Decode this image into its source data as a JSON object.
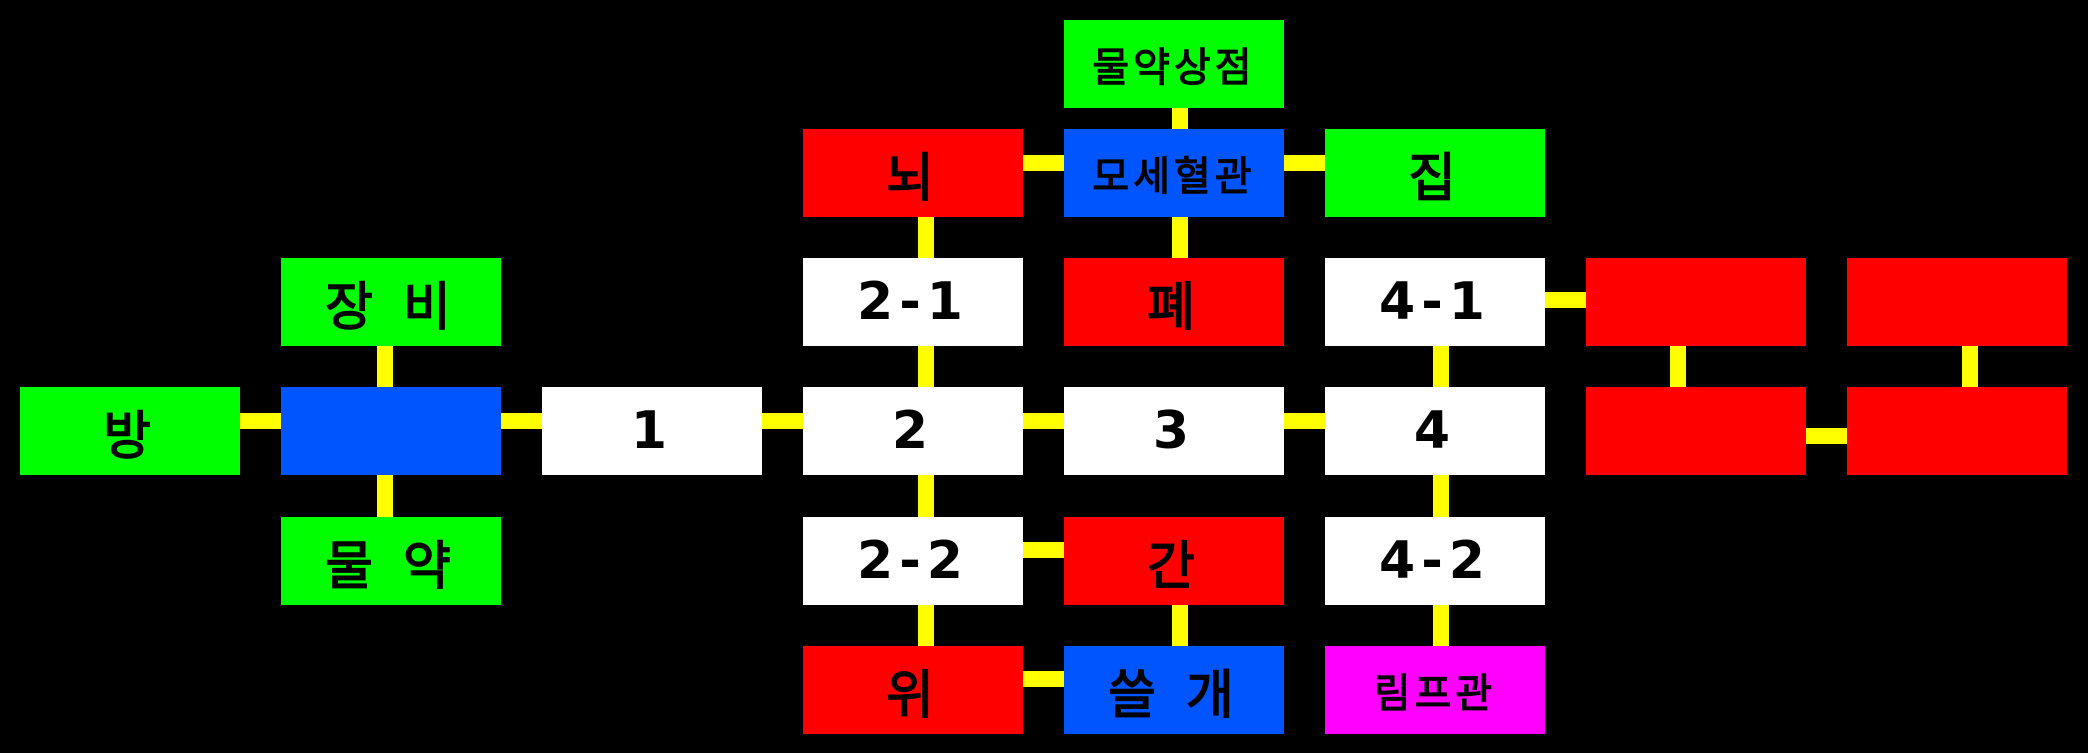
{
  "colors": {
    "background": "#000000",
    "connector": "#ffff00",
    "green": "#00ff00",
    "blue": "#0055ff",
    "white": "#ffffff",
    "red": "#ff0000",
    "magenta": "#ff00ff"
  },
  "nodes": {
    "bang": "방",
    "hub": "",
    "jangbi": "장 비",
    "mulyak": "물 약",
    "room1": "1",
    "room2": "2",
    "room21": "2-1",
    "room22": "2-2",
    "room3": "3",
    "room4": "4",
    "room41": "4-1",
    "room42": "4-2",
    "noi": "뇌",
    "wi": "위",
    "pe": "폐",
    "gan": "간",
    "mosehyeolgwan": "모세혈관",
    "sseulgae": "쓸 개",
    "potion_shop": "물약상점",
    "jip": "집",
    "limpeugwan": "림프관",
    "red1": "",
    "red2": "",
    "red3": "",
    "red4": ""
  }
}
